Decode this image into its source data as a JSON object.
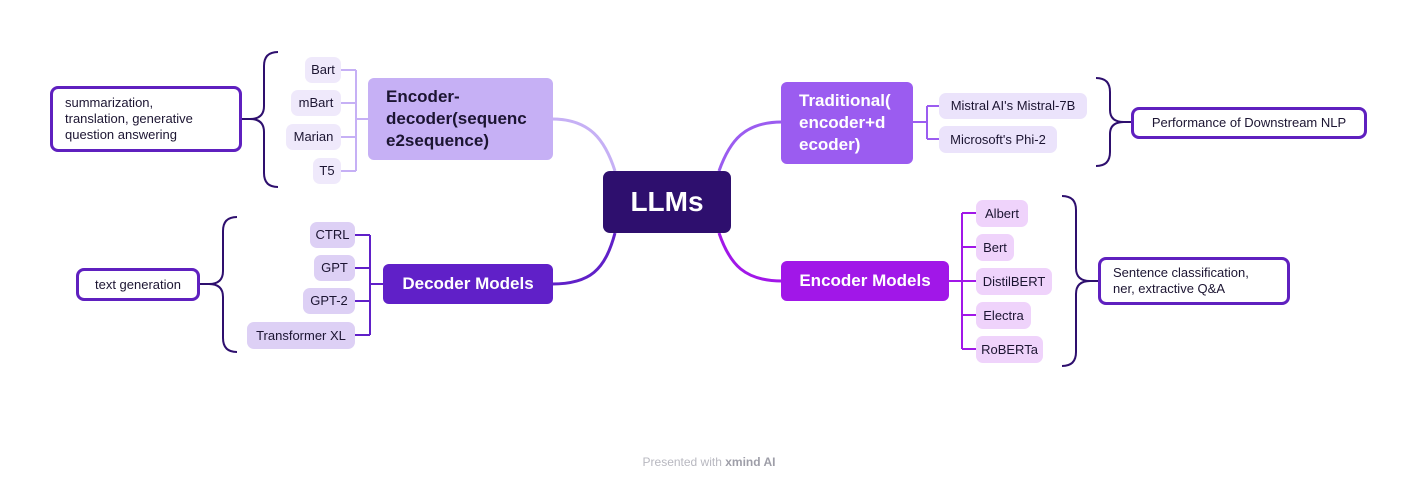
{
  "root": {
    "label": "LLMs"
  },
  "branches": {
    "encoder_decoder": {
      "label": "Encoder-decoder(sequence2sequence)",
      "label_lines": [
        "Encoder-",
        "decoder(sequenc",
        "e2sequence)"
      ],
      "color": "#c6b0f5",
      "models": [
        "Bart",
        "mBart",
        "Marian",
        "T5"
      ],
      "summary_lines": [
        "summarization,",
        "translation, generative",
        "question answering"
      ]
    },
    "decoder": {
      "label": "Decoder Models",
      "color": "#6020c8",
      "models": [
        "CTRL",
        "GPT",
        "GPT-2",
        "Transformer XL"
      ],
      "summary": "text generation"
    },
    "traditional": {
      "label": "Traditional(encoder+decoder)",
      "label_lines": [
        "Traditional(",
        "encoder+d",
        "ecoder)"
      ],
      "color": "#9b5cf0",
      "models": [
        "Mistral AI's Mistral-7B",
        "Microsoft's Phi-2"
      ],
      "summary": "Performance of Downstream NLP"
    },
    "encoder": {
      "label": "Encoder Models",
      "color": "#a117e8",
      "models": [
        "Albert",
        "Bert",
        "DistilBERT",
        "Electra",
        "RoBERTa"
      ],
      "summary_lines": [
        "Sentence classification,",
        "ner, extractive Q&A"
      ]
    }
  },
  "footer": {
    "prefix": "Presented with",
    "brand": "xmind AI"
  }
}
